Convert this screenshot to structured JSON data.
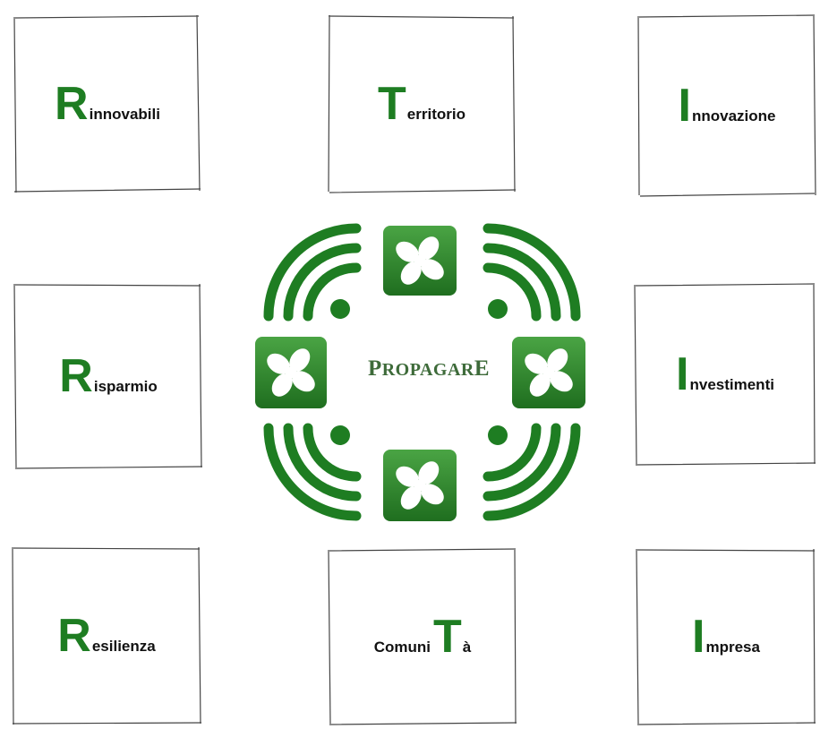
{
  "title": {
    "prefix": "P",
    "middle": "ROPAGAR",
    "suffix": "E"
  },
  "boxes": [
    {
      "initial": "R",
      "prefix": "",
      "rest": "innovabili"
    },
    {
      "initial": "T",
      "prefix": "",
      "rest": "erritorio"
    },
    {
      "initial": "I",
      "prefix": "",
      "rest": "nnovazione"
    },
    {
      "initial": "R",
      "prefix": "",
      "rest": "isparmio"
    },
    {
      "initial": "I",
      "prefix": "",
      "rest": "nvestimenti"
    },
    {
      "initial": "R",
      "prefix": "",
      "rest": "esilienza"
    },
    {
      "initial": "T",
      "prefix": "Comuni",
      "rest": "à"
    },
    {
      "initial": "I",
      "prefix": "",
      "rest": "mpresa"
    }
  ],
  "colors": {
    "accent": "#1e7d22",
    "arc": "#1e7d22",
    "tile": "#2d8a2a",
    "brand_text": "#3e6b3a"
  },
  "icons": [
    "fan-icon",
    "fan-icon",
    "fan-icon",
    "fan-icon"
  ]
}
